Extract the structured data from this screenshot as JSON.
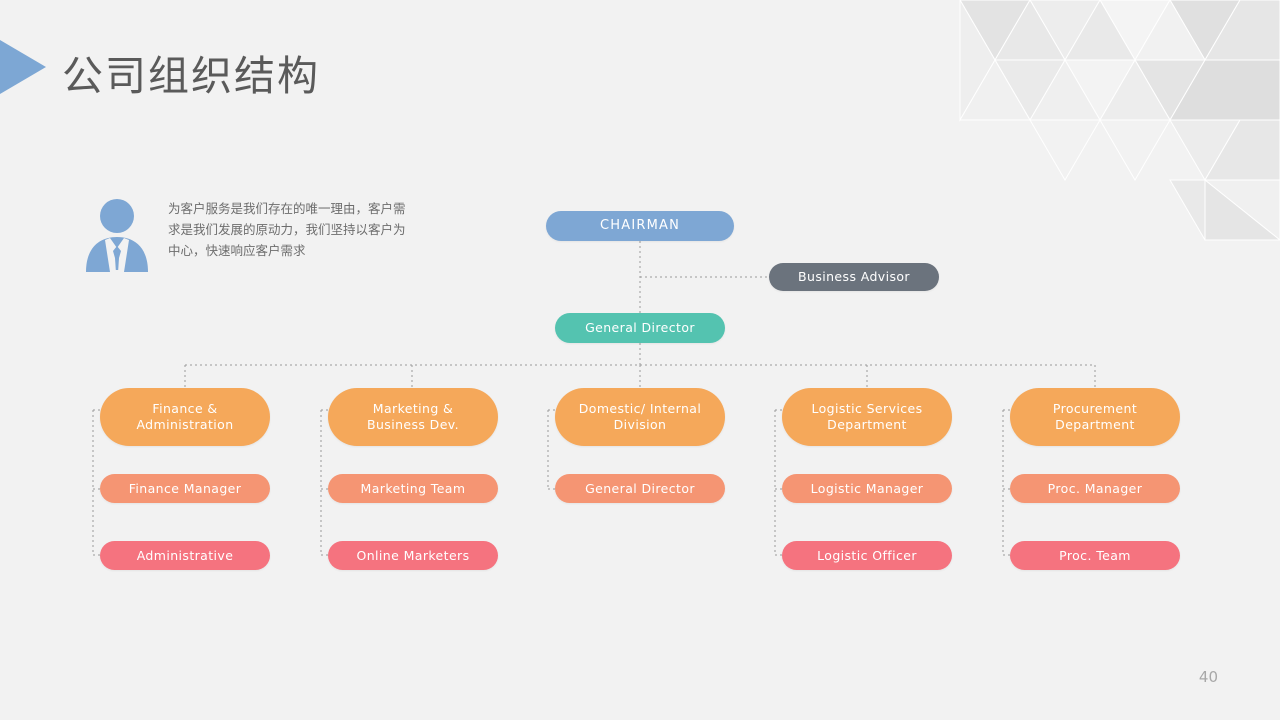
{
  "slide": {
    "title": "公司组织结构",
    "page_number": "40",
    "background_color": "#f2f2f2",
    "accent_color": "#7da7d4"
  },
  "intro": {
    "icon": "businessman-icon",
    "text": "为客户服务是我们存在的唯一理由，客户需求是我们发展的原动力，我们坚持以客户为中心，快速响应客户需求"
  },
  "org_chart": {
    "chairman": {
      "label": "CHAIRMAN",
      "color": "#7ea7d4"
    },
    "advisor": {
      "label": "Business Advisor",
      "color": "#6b737d"
    },
    "director": {
      "label": "General Director",
      "color": "#54c3b0"
    },
    "columns": [
      {
        "department": {
          "label": "Finance &\nAdministration",
          "line1": "Finance  &",
          "line2": "Administration",
          "color": "#f5a85a"
        },
        "middle": {
          "label": "Finance Manager",
          "color": "#f59573"
        },
        "leaf": {
          "label": "Administrative",
          "color": "#f5737f"
        }
      },
      {
        "department": {
          "label": "Marketing &\nBusiness Dev.",
          "line1": "Marketing  &",
          "line2": "Business  Dev.",
          "color": "#f5a85a"
        },
        "middle": {
          "label": "Marketing Team",
          "color": "#f59573"
        },
        "leaf": {
          "label": "Online Marketers",
          "color": "#f5737f"
        }
      },
      {
        "department": {
          "label": "Domestic/ Internal\nDivision",
          "line1": "Domestic/  Internal",
          "line2": "Division",
          "color": "#f5a85a"
        },
        "middle": {
          "label": "General Director",
          "color": "#f59573"
        },
        "leaf": null
      },
      {
        "department": {
          "label": "Logistic Services\nDepartment",
          "line1": "Logistic Services",
          "line2": "Department",
          "color": "#f5a85a"
        },
        "middle": {
          "label": "Logistic Manager",
          "color": "#f59573"
        },
        "leaf": {
          "label": "Logistic Officer",
          "color": "#f5737f"
        }
      },
      {
        "department": {
          "label": "Procurement\nDepartment",
          "line1": "Procurement",
          "line2": "Department",
          "color": "#f5a85a"
        },
        "middle": {
          "label": "Proc. Manager",
          "color": "#f59573"
        },
        "leaf": {
          "label": "Proc. Team",
          "color": "#f5737f"
        }
      }
    ]
  }
}
